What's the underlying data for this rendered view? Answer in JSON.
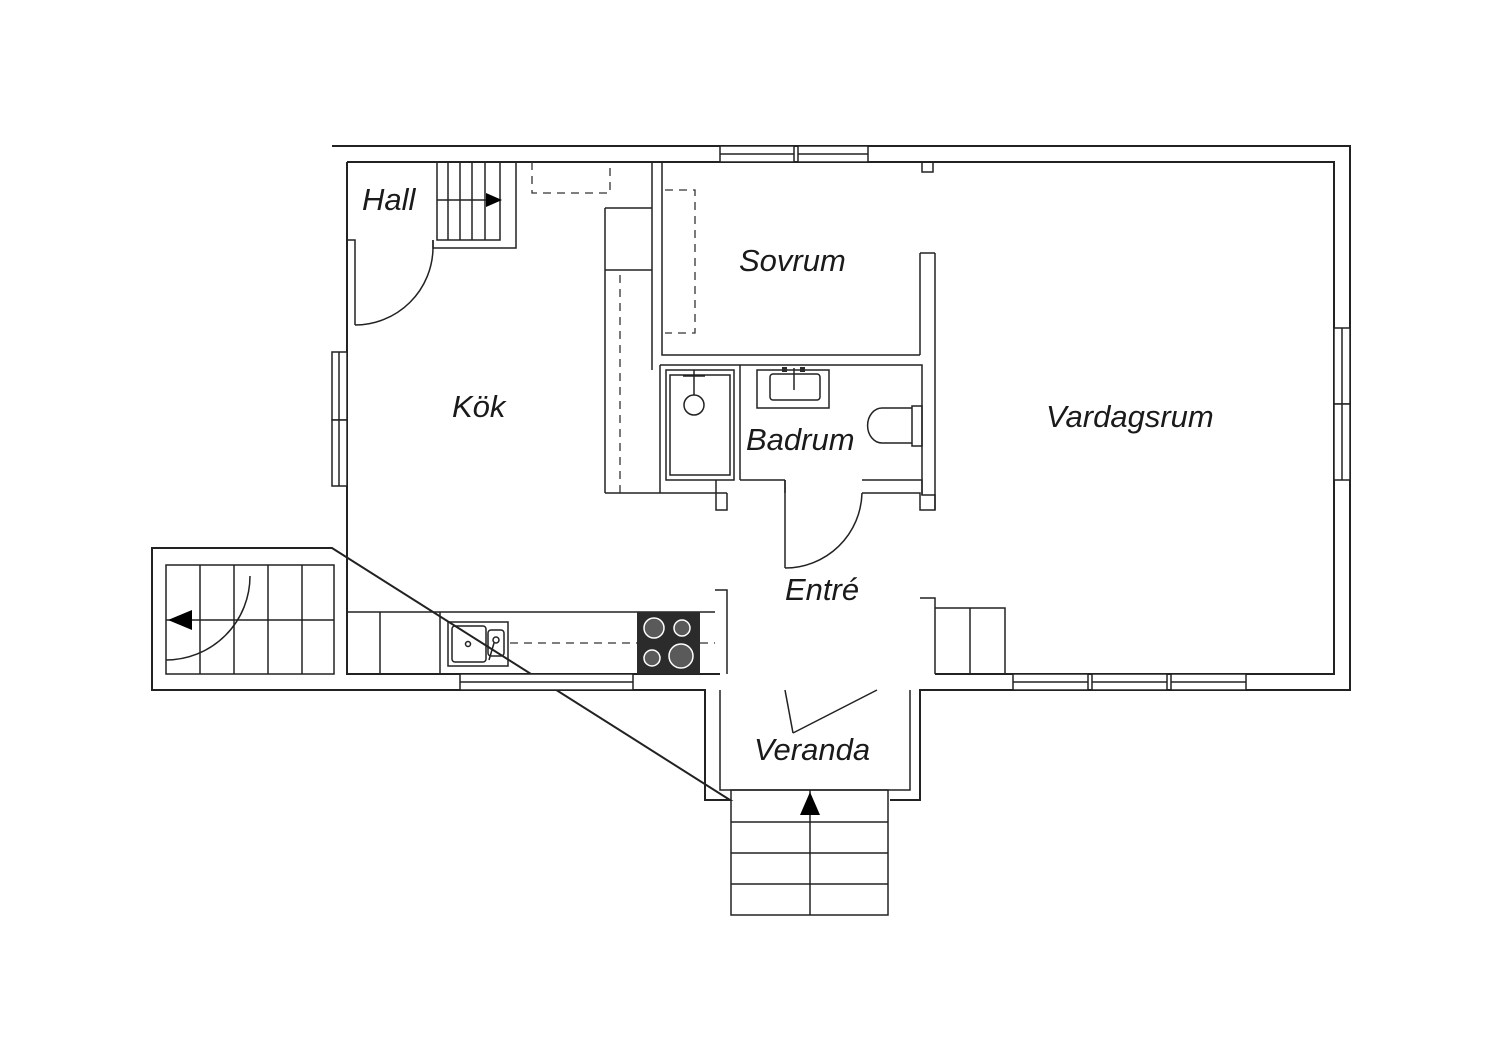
{
  "rooms": {
    "hall": "Hall",
    "kok": "Kök",
    "sovrum": "Sovrum",
    "badrum": "Badrum",
    "vardagsrum": "Vardagsrum",
    "entre": "Entré",
    "veranda": "Veranda"
  },
  "colors": {
    "line": "#222222",
    "background": "#ffffff",
    "hob": "#2b2b2b"
  }
}
